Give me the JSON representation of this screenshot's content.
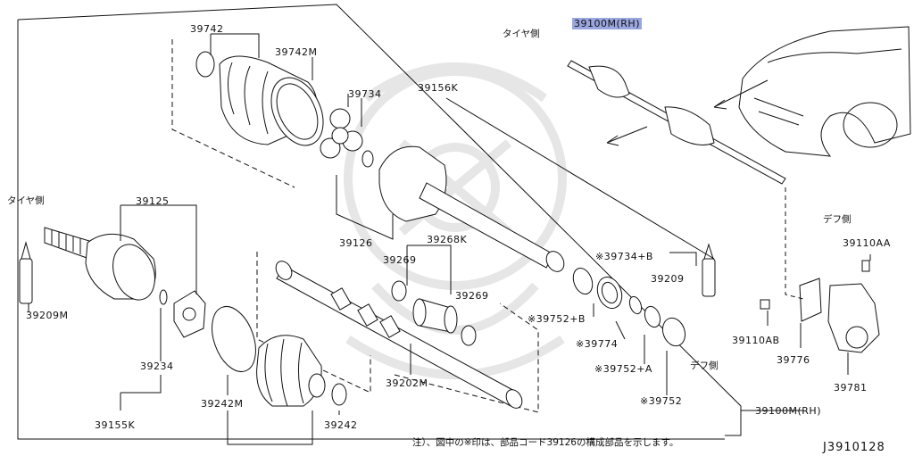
{
  "watermark": "nissan-samurai-watermark",
  "labels": {
    "p39742": "39742",
    "p39742M": "39742M",
    "p39734": "39734",
    "p39156K": "39156K",
    "p39100M_RH": "39100M(RH)",
    "tire_top": "タイヤ側",
    "tire_left": "タイヤ側",
    "diff_right": "デフ側",
    "diff_bottom": "デフ側",
    "p39110AA": "39110AA",
    "p39125": "39125",
    "p39126": "39126",
    "p39268K": "39268K",
    "p39269a": "39269",
    "p39269b": "39269",
    "p39734B": "※39734+B",
    "p39209right": "39209",
    "p39752B": "※39752+B",
    "p39774": "※39774",
    "p39752A": "※39752+A",
    "p39752": "※39752",
    "p39110AB": "39110AB",
    "p39776": "39776",
    "p39781": "39781",
    "p39209left": "39209M",
    "p39234": "39234",
    "p39202M": "39202M",
    "p39242M": "39242M",
    "p39155K": "39155K",
    "p39242": "39242",
    "p39100M_bottom": "39100M(RH)"
  },
  "footnote": "注）、図中の※印は、部品コード39126の構成部品を示します。",
  "diagram_code": "J3910128",
  "colors": {
    "highlight": "#9aa6df",
    "line": "#111111",
    "watermark": "#e9e9e9"
  }
}
